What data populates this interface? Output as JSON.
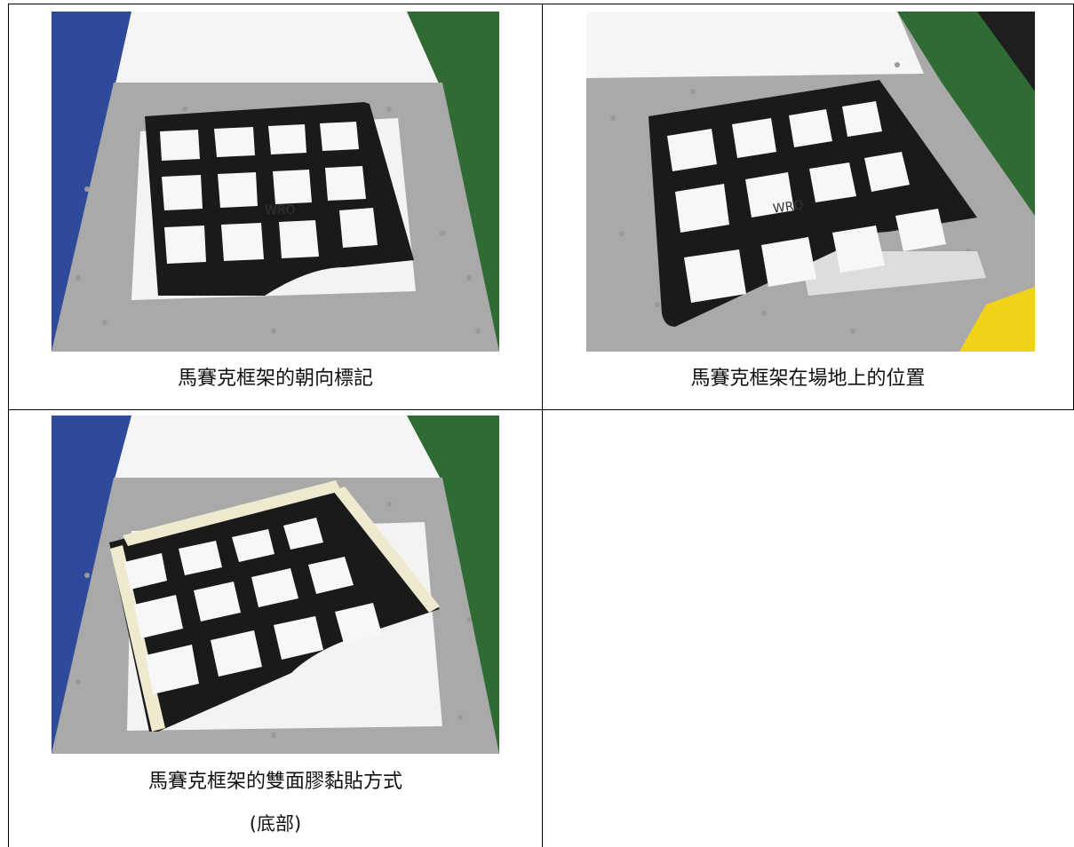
{
  "figures": [
    {
      "caption": "馬賽克框架的朝向標記"
    },
    {
      "caption": "馬賽克框架在場地上的位置"
    },
    {
      "caption_line1": "馬賽克框架的雙面膠黏貼方式",
      "caption_line2": "(底部)"
    }
  ],
  "frame_engraving": "WRO",
  "colors": {
    "mat_gray": "#a9a9a9",
    "frame_black": "#1a1a1a",
    "blue_zone": "#2f4a9a",
    "green_zone": "#2f6b33",
    "tape_cream": "#efe9cf"
  }
}
